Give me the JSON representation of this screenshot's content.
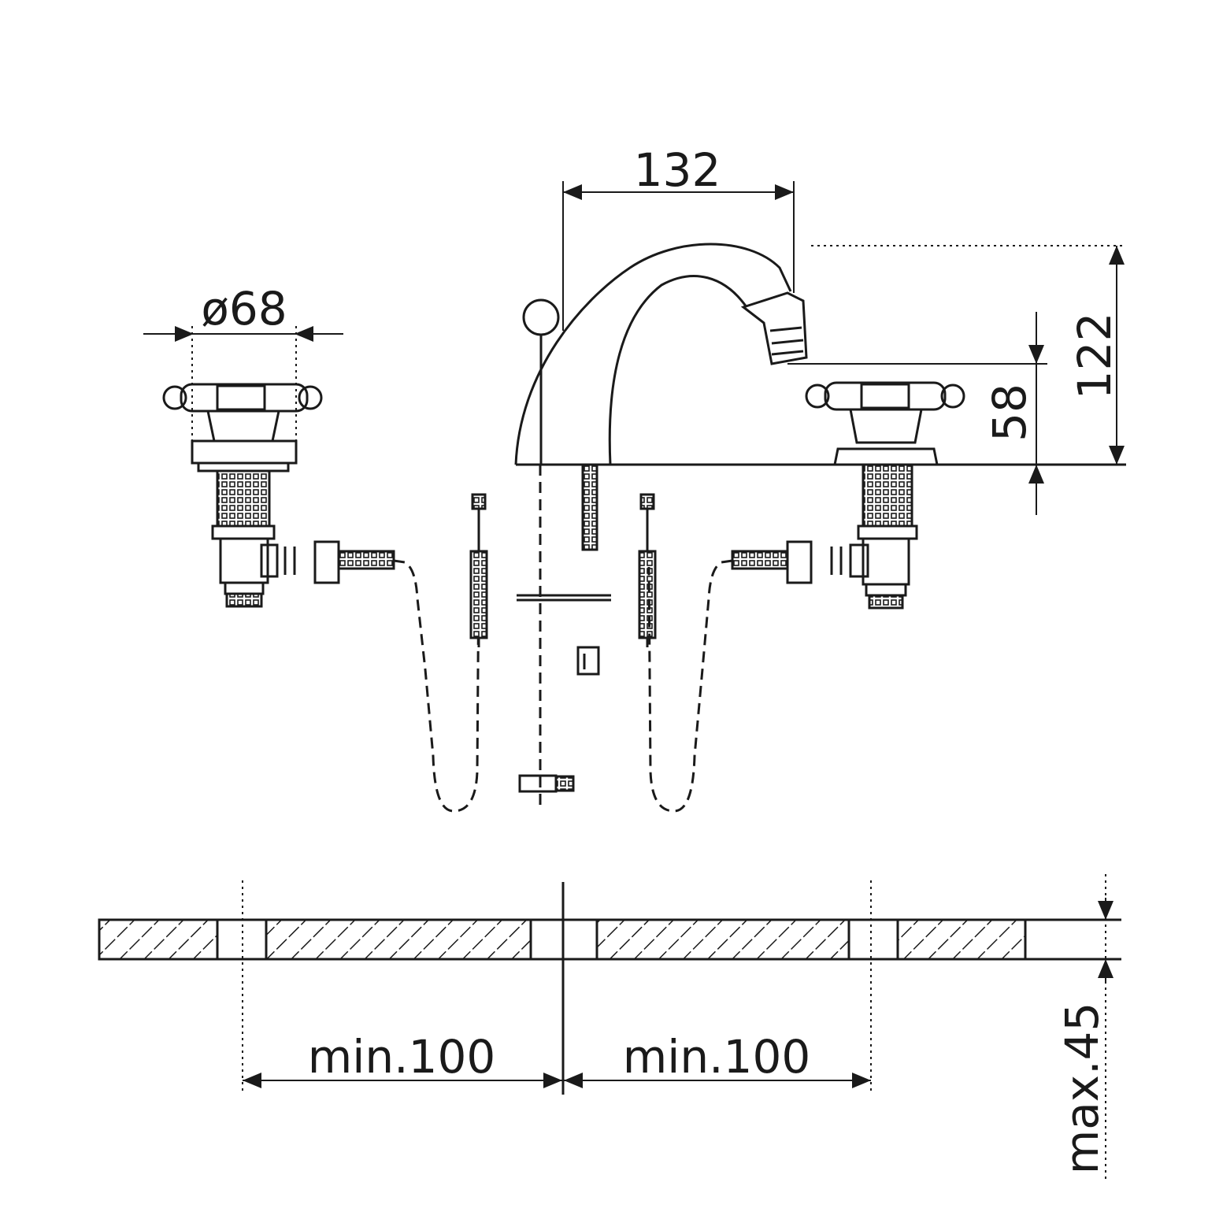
{
  "dimensions": {
    "spout_reach": "132",
    "handle_diameter": "ø68",
    "total_height": "122",
    "outlet_height": "58",
    "left_spacing": "min.100",
    "right_spacing": "min.100",
    "deck_thickness": "max.45"
  }
}
